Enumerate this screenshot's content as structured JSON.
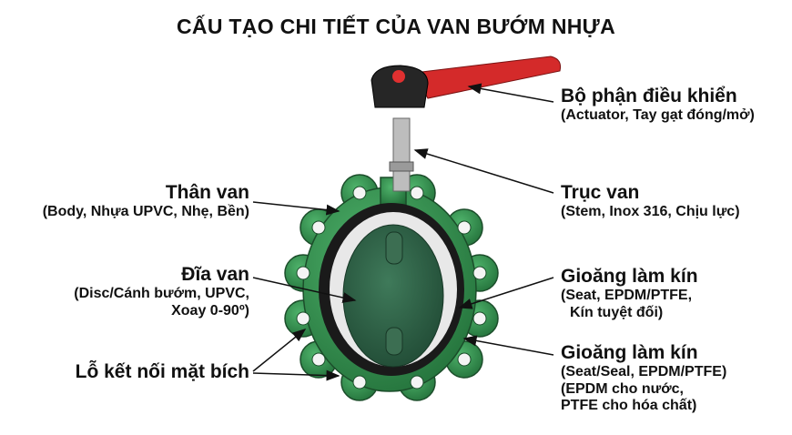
{
  "title": "CẤU TẠO CHI TIẾT CỦA VAN BƯỚM NHỰA",
  "colors": {
    "body": "#2e8b4a",
    "handle": "#d42a2a",
    "seal": "#1a1a1a",
    "disc": "#2f5e45"
  },
  "labels": {
    "body": {
      "name": "Thân van",
      "desc": "(Body, Nhựa UPVC, Nhẹ, Bền)"
    },
    "disc": {
      "name": "Đĩa van",
      "desc1": "(Disc/Cánh bướm, UPVC,",
      "desc2": "Xoay 0-90º)"
    },
    "holes": {
      "name": "Lỗ kết nối mặt bích"
    },
    "actuator": {
      "name": "Bộ phận điều khiển",
      "desc": "(Actuator, Tay gạt đóng/mở)"
    },
    "stem": {
      "name": "Trục van",
      "desc": "(Stem, Inox 316, Chịu lực)"
    },
    "seat": {
      "name": "Gioăng làm kín",
      "desc1": "(Seat, EPDM/PTFE,",
      "desc2": "Kín tuyệt đối)"
    },
    "seal": {
      "name": "Gioăng làm kín",
      "desc1": "(Seat/Seal, EPDM/PTFE)",
      "desc2": "(EPDM cho nước,",
      "desc3": "PTFE cho hóa chất)"
    }
  }
}
